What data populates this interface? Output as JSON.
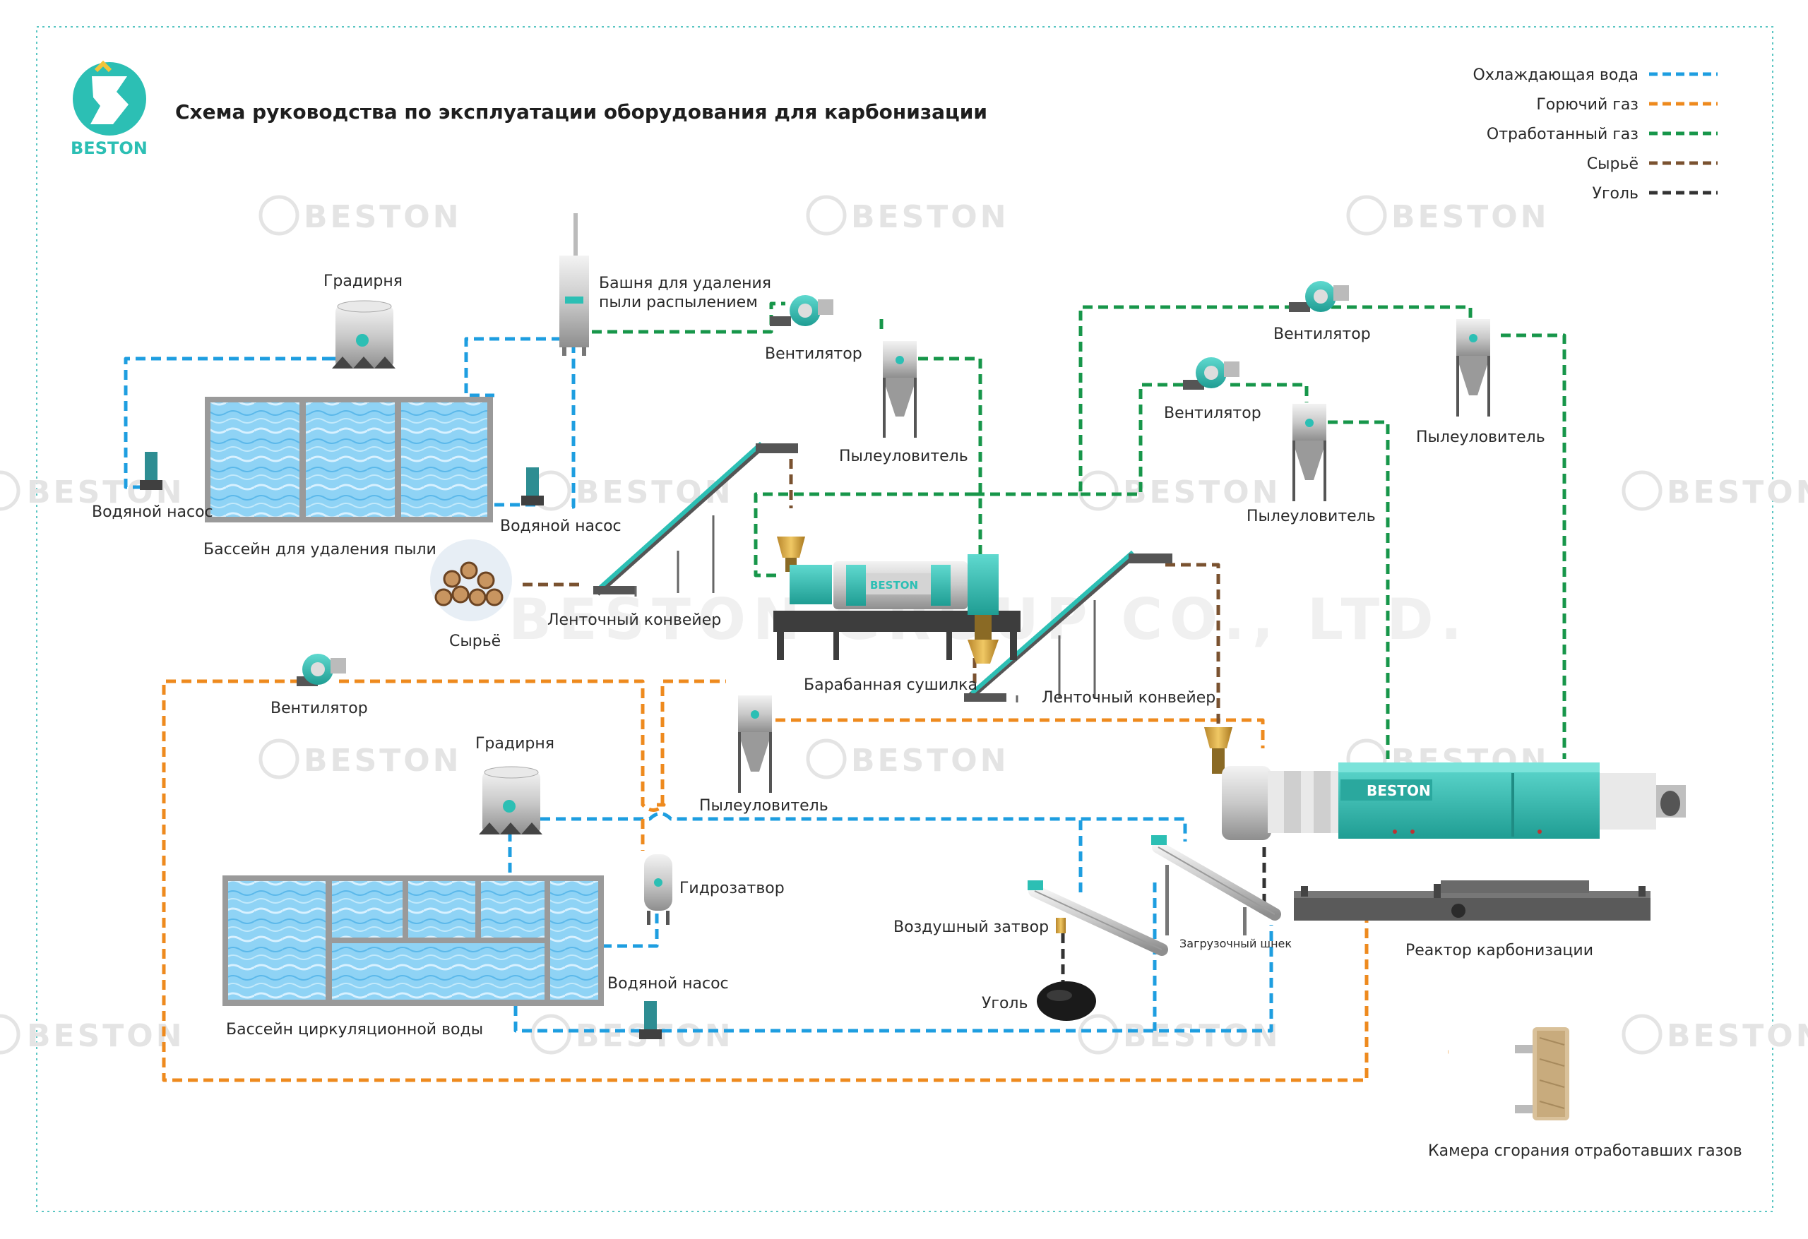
{
  "title": "Схема руководства по эксплуатации оборудования для карбонизации",
  "logo": {
    "text": "BESTON"
  },
  "watermark": {
    "text": "BESTON",
    "company": "BESTON GROUP CO., LTD."
  },
  "legend": [
    {
      "label": "Охлаждающая вода",
      "color": "#1e9ee0"
    },
    {
      "label": "Горючий газ",
      "color": "#ee8a1e"
    },
    {
      "label": "Отработанный газ",
      "color": "#17964a"
    },
    {
      "label": "Сырьё",
      "color": "#7a5230"
    },
    {
      "label": "Уголь",
      "color": "#333333"
    }
  ],
  "colors": {
    "accent": "#2cbfb4",
    "water": "#1e9ee0",
    "gas": "#ee8a1e",
    "exhaust": "#17964a",
    "raw": "#7a5230",
    "coal": "#333333",
    "border": "#5bc6c3"
  },
  "labels": {
    "cooling_tower_1": "Градирня",
    "spray_tower_l1": "Башня для удаления",
    "spray_tower_l2": "пыли распылением",
    "fan_1": "Вентилятор",
    "dust_collector_1": "Пылеуловитель",
    "fan_2": "Вентилятор",
    "dust_collector_2": "Пылеуловитель",
    "fan_3": "Вентилятор",
    "dust_collector_3": "Пылеуловитель",
    "water_pump_1": "Водяной насос",
    "water_pump_2": "Водяной насос",
    "dust_pool": "Бассейн для удаления пыли",
    "raw_material": "Сырьё",
    "belt_conveyor_1": "Ленточный конвейер",
    "drum_dryer": "Барабанная сушилка",
    "belt_conveyor_2": "Ленточный конвейер",
    "fan_4": "Вентилятор",
    "cooling_tower_2": "Градирня",
    "dust_collector_4": "Пылеуловитель",
    "water_seal": "Гидрозатвор",
    "air_lock": "Воздушный затвор",
    "feeding_screw": "Загрузочный шнек",
    "coal": "Уголь",
    "water_pump_3": "Водяной насос",
    "circulation_pool": "Бассейн циркуляционной  воды",
    "reactor": "Реактор карбонизации",
    "combustion_chamber": "Камера сгорания отработавших газов"
  },
  "equipment_brand": "BESTON"
}
